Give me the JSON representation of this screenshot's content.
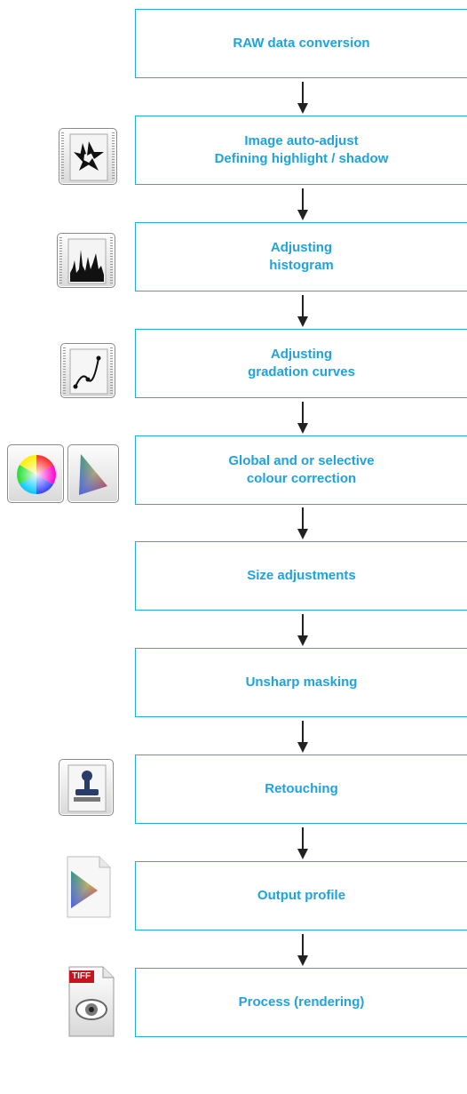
{
  "steps": [
    {
      "lines": [
        "RAW data conversion"
      ],
      "icon": null
    },
    {
      "lines": [
        "Image auto-adjust",
        "Defining highlight / shadow"
      ],
      "icon": "aperture-icon"
    },
    {
      "lines": [
        "Adjusting",
        "histogram"
      ],
      "icon": "histogram-icon"
    },
    {
      "lines": [
        "Adjusting",
        "gradation curves"
      ],
      "icon": "gradation-curve-icon"
    },
    {
      "lines": [
        "Global and or selective",
        "colour correction"
      ],
      "icon": "color-wheel-and-gamut-icons"
    },
    {
      "lines": [
        "Size adjustments"
      ],
      "icon": null
    },
    {
      "lines": [
        "Unsharp masking"
      ],
      "icon": null
    },
    {
      "lines": [
        "Retouching"
      ],
      "icon": "stamp-tool-icon"
    },
    {
      "lines": [
        "Output profile"
      ],
      "icon": "profile-document-icon"
    },
    {
      "lines": [
        "Process (rendering)"
      ],
      "icon": "tiff-file-icon"
    }
  ],
  "tiff_label": "TIFF",
  "colors": {
    "accent": "#1fa3de",
    "border": "#29a9e1",
    "arrow": "#222222"
  }
}
